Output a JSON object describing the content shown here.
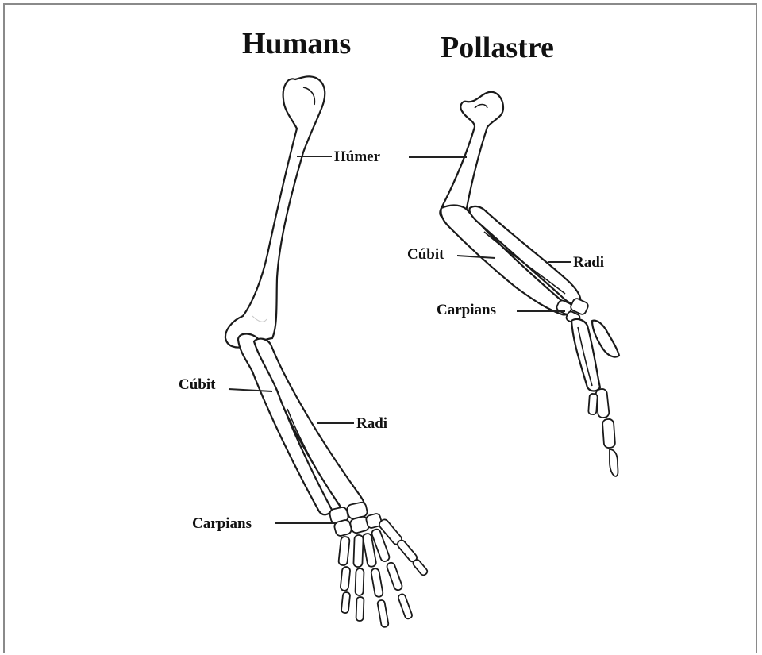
{
  "diagram": {
    "human": {
      "title": "Humans",
      "labels": {
        "humerus": "Húmer",
        "ulna": "Cúbit",
        "radius": "Radi",
        "carpals": "Carpians"
      }
    },
    "chicken": {
      "title": "Pollastre",
      "labels": {
        "ulna": "Cúbit",
        "radius": "Radi",
        "carpals": "Carpians"
      }
    }
  }
}
